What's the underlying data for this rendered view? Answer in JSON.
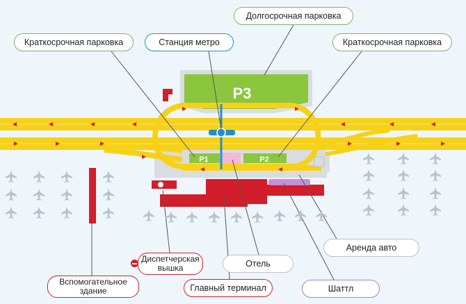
{
  "labels": {
    "long_term_parking": "Долгосрочная парковка",
    "short_term_parking_left": "Краткосрочная парковка",
    "metro_station": "Станция метро",
    "short_term_parking_right": "Краткосрочная парковка",
    "car_rental": "Аренда авто",
    "hotel": "Отель",
    "control_tower": "Диспетчерская вышка",
    "auxiliary_building": "Вспомогательное здание",
    "main_terminal": "Главный терминал",
    "shuttle": "Шаттл"
  },
  "markers": {
    "p3": "P3",
    "p1": "P1",
    "p2": "P2"
  },
  "icons": {
    "planes": "airplane-icon",
    "no_entry": "no-entry-icon",
    "metro": "metro-icon",
    "arrows": "direction-arrow-icon"
  },
  "colors": {
    "background": "#eef6fc",
    "road": "#f7d117",
    "parking": "#8cc63f",
    "terminal": "#d21e2a",
    "metro": "#1f8fd1",
    "shuttle": "#c88fd8",
    "apron": "#d9dde0",
    "plane": "#b7c2ca"
  }
}
